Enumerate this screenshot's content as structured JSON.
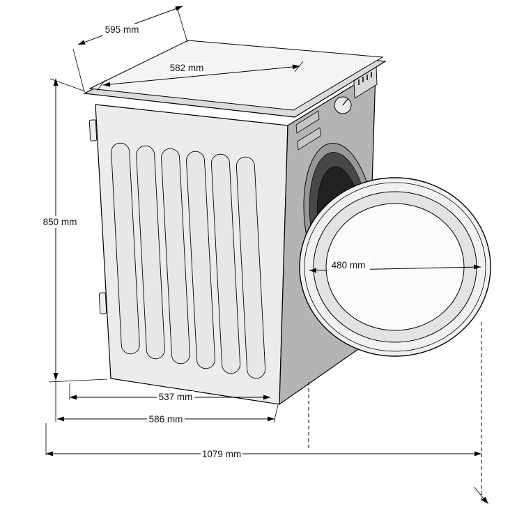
{
  "dimensions": {
    "top_depth": "595 mm",
    "top_width": "582 mm",
    "height": "850 mm",
    "door_diameter": "480 mm",
    "inner_width": "537 mm",
    "outer_width": "586 mm",
    "total_width_door_open": "1079 mm"
  }
}
